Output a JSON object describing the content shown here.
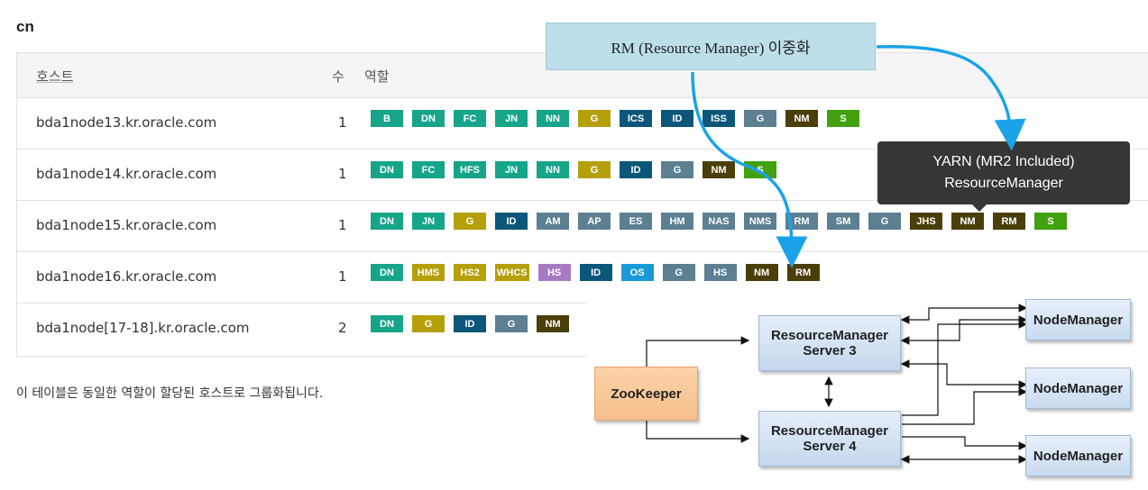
{
  "section": {
    "title": "cn"
  },
  "table": {
    "headers": {
      "host": "호스트",
      "count": "수",
      "roles": "역할"
    },
    "rows": [
      {
        "host": "bda1node13.kr.oracle.com",
        "count": "1",
        "roles": [
          [
            "B",
            "#17a589"
          ],
          [
            "DN",
            "#17a589"
          ],
          [
            "FC",
            "#17a589"
          ],
          [
            "JN",
            "#17a589"
          ],
          [
            "NN",
            "#17a589"
          ],
          [
            "G",
            "#b5a00b"
          ],
          [
            "ICS",
            "#0b5679"
          ],
          [
            "ID",
            "#0b5679"
          ],
          [
            "ISS",
            "#0b5679"
          ],
          [
            "G",
            "#5c7f92"
          ],
          [
            "NM",
            "#4a3f0a"
          ],
          [
            "S",
            "#41a110"
          ]
        ]
      },
      {
        "host": "bda1node14.kr.oracle.com",
        "count": "1",
        "roles": [
          [
            "DN",
            "#17a589"
          ],
          [
            "FC",
            "#17a589"
          ],
          [
            "HFS",
            "#17a589"
          ],
          [
            "JN",
            "#17a589"
          ],
          [
            "NN",
            "#17a589"
          ],
          [
            "G",
            "#b5a00b"
          ],
          [
            "ID",
            "#0b5679"
          ],
          [
            "G",
            "#5c7f92"
          ],
          [
            "NM",
            "#4a3f0a"
          ],
          [
            "S",
            "#41a110"
          ]
        ]
      },
      {
        "host": "bda1node15.kr.oracle.com",
        "count": "1",
        "roles": [
          [
            "DN",
            "#17a589"
          ],
          [
            "JN",
            "#17a589"
          ],
          [
            "G",
            "#b5a00b"
          ],
          [
            "ID",
            "#0b5679"
          ],
          [
            "AM",
            "#5c7f92"
          ],
          [
            "AP",
            "#5c7f92"
          ],
          [
            "ES",
            "#5c7f92"
          ],
          [
            "HM",
            "#5c7f92"
          ],
          [
            "NAS",
            "#5c7f92"
          ],
          [
            "NMS",
            "#5c7f92"
          ],
          [
            "RM",
            "#5c7f92"
          ],
          [
            "SM",
            "#5c7f92"
          ],
          [
            "G",
            "#5c7f92"
          ],
          [
            "JHS",
            "#4a3f0a"
          ],
          [
            "NM",
            "#4a3f0a"
          ],
          [
            "RM",
            "#4a3f0a"
          ],
          [
            "S",
            "#41a110"
          ]
        ]
      },
      {
        "host": "bda1node16.kr.oracle.com",
        "count": "1",
        "roles": [
          [
            "DN",
            "#17a589"
          ],
          [
            "HMS",
            "#b5a00b"
          ],
          [
            "HS2",
            "#b5a00b"
          ],
          [
            "WHCS",
            "#b5a00b"
          ],
          [
            "HS",
            "#a77bc3"
          ],
          [
            "ID",
            "#0b5679"
          ],
          [
            "OS",
            "#1a9ad6"
          ],
          [
            "G",
            "#5c7f92"
          ],
          [
            "HS",
            "#5c7f92"
          ],
          [
            "NM",
            "#4a3f0a"
          ],
          [
            "RM",
            "#4a3f0a"
          ]
        ]
      },
      {
        "host": "bda1node[17-18].kr.oracle.com",
        "count": "2",
        "roles": [
          [
            "DN",
            "#17a589"
          ],
          [
            "G",
            "#b5a00b"
          ],
          [
            "ID",
            "#0b5679"
          ],
          [
            "G",
            "#5c7f92"
          ],
          [
            "NM",
            "#4a3f0a"
          ]
        ]
      }
    ]
  },
  "caption": "이 테이블은 동일한 역할이 할당된 호스트로 그룹화됩니다.",
  "callout": {
    "label": "RM (Resource Manager) 이중화"
  },
  "tooltip": {
    "line1": "YARN (MR2 Included)",
    "line2": "ResourceManager"
  },
  "diagram": {
    "zookeeper": "ZooKeeper",
    "rm3": {
      "line1": "ResourceManager",
      "line2": "Server 3"
    },
    "rm4": {
      "line1": "ResourceManager",
      "line2": "Server 4"
    },
    "nodemanagers": [
      "NodeManager",
      "NodeManager",
      "NodeManager"
    ]
  },
  "colors": {
    "arrow": "#1aa3e8"
  }
}
